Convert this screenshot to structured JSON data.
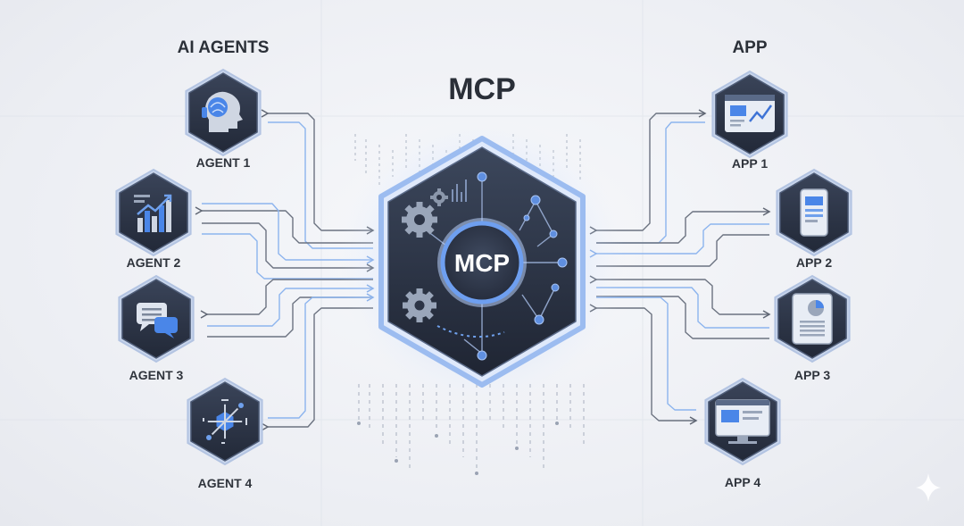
{
  "diagram": {
    "left_title": "AI AGENTS",
    "center_title": "MCP",
    "right_title": "APP",
    "hub_label": "MCP",
    "agents": [
      {
        "label": "AGENT 1",
        "icon": "ai-head-icon"
      },
      {
        "label": "AGENT 2",
        "icon": "bar-chart-icon"
      },
      {
        "label": "AGENT 3",
        "icon": "chat-bubbles-icon"
      },
      {
        "label": "AGENT 4",
        "icon": "network-hub-icon"
      }
    ],
    "apps": [
      {
        "label": "APP 1",
        "icon": "browser-window-icon"
      },
      {
        "label": "APP 2",
        "icon": "mobile-phone-icon"
      },
      {
        "label": "APP 3",
        "icon": "tablet-document-icon"
      },
      {
        "label": "APP 4",
        "icon": "desktop-monitor-icon"
      }
    ],
    "colors": {
      "hex_dark": "#2c3446",
      "hex_border": "#aebfdc",
      "accent_blue": "#4a86e8",
      "glow": "#8fb8ff",
      "arrow_gray": "#6b7280",
      "arrow_blue": "#8cb4ee"
    }
  }
}
